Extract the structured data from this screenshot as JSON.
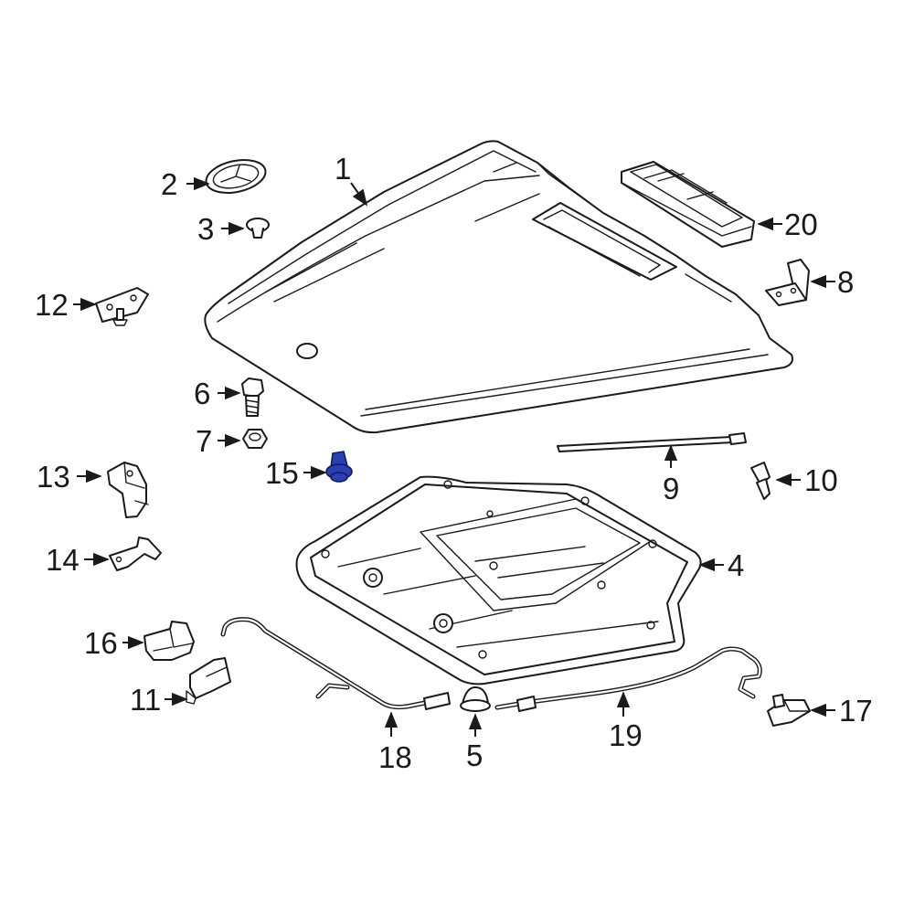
{
  "colors": {
    "line": "#1a1a1a",
    "highlight": "#2b3fb3",
    "background": "#ffffff"
  },
  "highlighted_part": "15",
  "callouts": [
    {
      "id": "c1",
      "number": "1",
      "part_name": "hood-panel"
    },
    {
      "id": "c2",
      "number": "2",
      "part_name": "emblem"
    },
    {
      "id": "c3",
      "number": "3",
      "part_name": "emblem-clip"
    },
    {
      "id": "c4",
      "number": "4",
      "part_name": "hood-insulator"
    },
    {
      "id": "c5",
      "number": "5",
      "part_name": "insulator-clip"
    },
    {
      "id": "c6",
      "number": "6",
      "part_name": "bolt"
    },
    {
      "id": "c7",
      "number": "7",
      "part_name": "nut"
    },
    {
      "id": "c8",
      "number": "8",
      "part_name": "hinge"
    },
    {
      "id": "c9",
      "number": "9",
      "part_name": "weatherstrip"
    },
    {
      "id": "c10",
      "number": "10",
      "part_name": "bumper-stop"
    },
    {
      "id": "c11",
      "number": "11",
      "part_name": "latch-release-handle"
    },
    {
      "id": "c12",
      "number": "12",
      "part_name": "striker-plate"
    },
    {
      "id": "c13",
      "number": "13",
      "part_name": "latch-bracket"
    },
    {
      "id": "c14",
      "number": "14",
      "part_name": "support-bracket"
    },
    {
      "id": "c15",
      "number": "15",
      "part_name": "retainer-clip"
    },
    {
      "id": "c16",
      "number": "16",
      "part_name": "latch"
    },
    {
      "id": "c17",
      "number": "17",
      "part_name": "secondary-latch"
    },
    {
      "id": "c18",
      "number": "18",
      "part_name": "release-cable-front"
    },
    {
      "id": "c19",
      "number": "19",
      "part_name": "release-cable-rear"
    },
    {
      "id": "c20",
      "number": "20",
      "part_name": "air-scoop-grille"
    }
  ]
}
